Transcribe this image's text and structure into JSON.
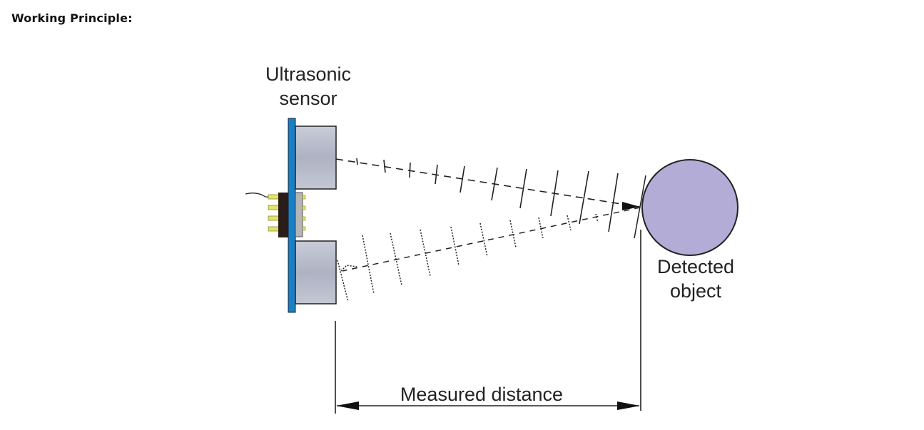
{
  "heading": "Working Principle:",
  "diagram": {
    "sensor_label_line1": "Ultrasonic",
    "sensor_label_line2": "sensor",
    "object_label_line1": "Detected",
    "object_label_line2": "object",
    "distance_label": "Measured distance",
    "colors": {
      "pcb_blue": "#1a7fc4",
      "transducer_gray": "#b8bccb",
      "object_fill": "#b3acd6",
      "header_black": "#2a1c18",
      "pin_yellow": "#e0e060",
      "line": "#222222"
    }
  }
}
